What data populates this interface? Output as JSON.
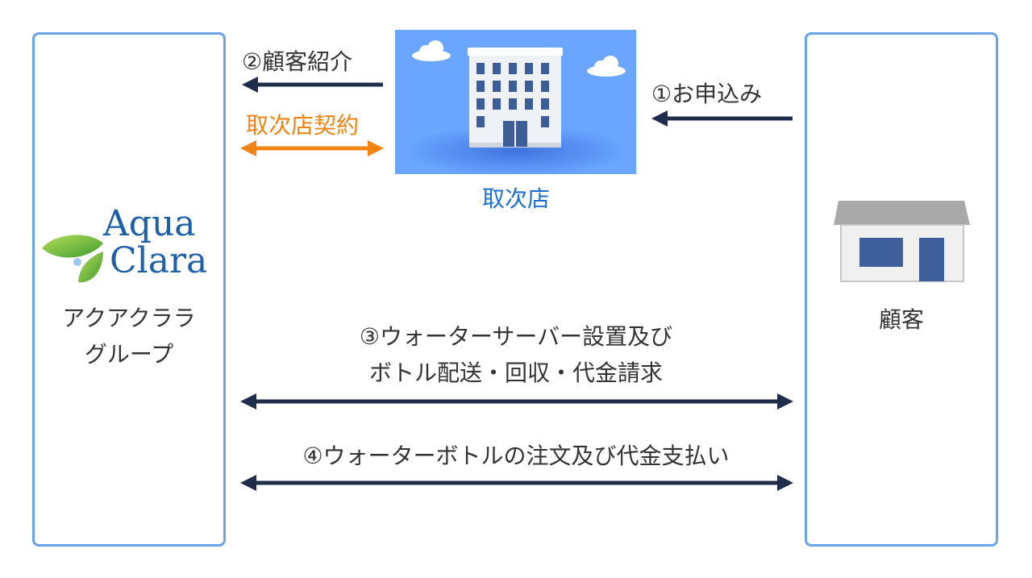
{
  "aqua_clara": {
    "logo_line1": "Aqua",
    "logo_line2": "Clara",
    "name_line1": "アクアクララ",
    "name_line2": "グループ"
  },
  "agency": {
    "label": "取次店"
  },
  "customer": {
    "label": "顧客"
  },
  "flows": {
    "referral": "②顧客紹介",
    "contract": "取次店契約",
    "application": "①お申込み",
    "delivery_line1": "③ウォーターサーバー設置及び",
    "delivery_line2": "ボトル配送・回収・代金請求",
    "order": "④ウォーターボトルの注文及び代金支払い"
  },
  "colors": {
    "panel_border": "#6aa3ea",
    "arrow_dark": "#1f2d4a",
    "arrow_orange": "#f08312",
    "agency_text": "#1a6fd6",
    "building_sky": "#6aa6ff",
    "house_roof": "#a9a9a9",
    "house_blue": "#3e5f9a",
    "logo_blue": "#1d5fa8"
  }
}
